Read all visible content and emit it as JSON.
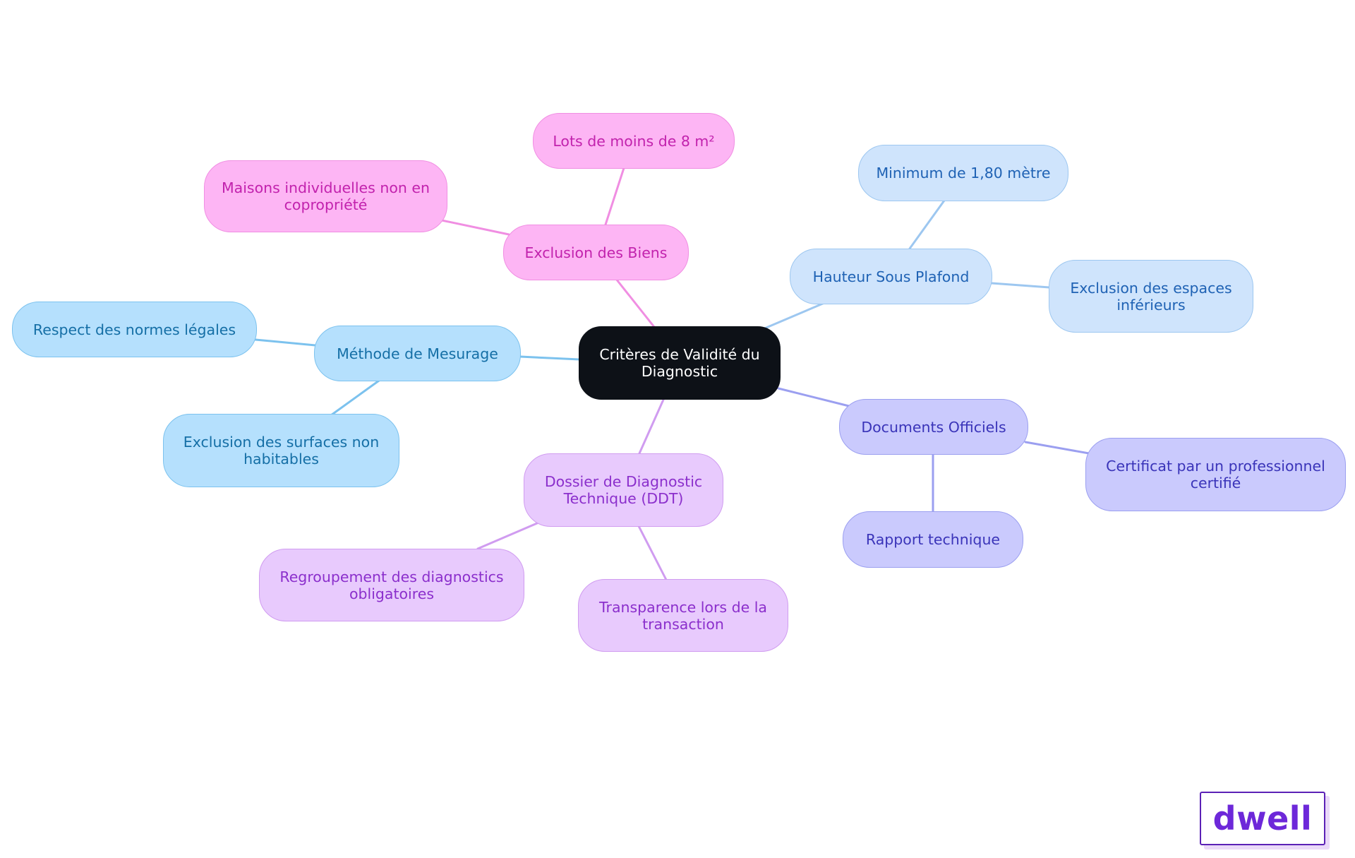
{
  "diagram": {
    "root": {
      "id": "root",
      "label": "Critères de Validité du Diagnostic"
    },
    "branches": [
      {
        "id": "exclusion-biens",
        "label": "Exclusion des Biens",
        "theme": "pink",
        "children": [
          {
            "id": "lots",
            "label": "Lots de moins de 8 m²"
          },
          {
            "id": "maisons",
            "label": "Maisons individuelles non en copropriété"
          }
        ]
      },
      {
        "id": "hauteur",
        "label": "Hauteur Sous Plafond",
        "theme": "lightblue",
        "children": [
          {
            "id": "minimum",
            "label": "Minimum de 1,80 mètre"
          },
          {
            "id": "espaces",
            "label": "Exclusion des espaces inférieurs"
          }
        ]
      },
      {
        "id": "mesurage",
        "label": "Méthode de Mesurage",
        "theme": "skyblue",
        "children": [
          {
            "id": "normes",
            "label": "Respect des normes légales"
          },
          {
            "id": "surfaces",
            "label": "Exclusion des surfaces non habitables"
          }
        ]
      },
      {
        "id": "documents",
        "label": "Documents Officiels",
        "theme": "indigo",
        "children": [
          {
            "id": "certificat",
            "label": "Certificat par un professionnel certifié"
          },
          {
            "id": "rapport",
            "label": "Rapport technique"
          }
        ]
      },
      {
        "id": "ddt",
        "label": "Dossier de Diagnostic Technique (DDT)",
        "theme": "purple",
        "children": [
          {
            "id": "regroupement",
            "label": "Regroupement des diagnostics obligatoires"
          },
          {
            "id": "transparence",
            "label": "Transparence lors de la transaction"
          }
        ]
      }
    ]
  },
  "colors": {
    "root": {
      "fill": "#0d1117",
      "stroke": "#0d1117",
      "text": "#ffffff"
    },
    "pink": {
      "fill": "#fdb5f4",
      "stroke": "#f08ee2",
      "text": "#c222ad",
      "edge": "#f08ee2"
    },
    "lightblue": {
      "fill": "#cfe4fc",
      "stroke": "#9dc7f0",
      "text": "#1f62b4",
      "edge": "#9dc7f0"
    },
    "skyblue": {
      "fill": "#b5e0fd",
      "stroke": "#7cc2ee",
      "text": "#156fa6",
      "edge": "#7cc2ee"
    },
    "indigo": {
      "fill": "#cacafd",
      "stroke": "#9b9ff0",
      "text": "#3a34b9",
      "edge": "#9b9ff0"
    },
    "purple": {
      "fill": "#e8cafd",
      "stroke": "#d09cf0",
      "text": "#8b2fcc",
      "edge": "#d09cf0"
    }
  },
  "logo": {
    "text": "dwell",
    "color": "#6d28d9"
  }
}
